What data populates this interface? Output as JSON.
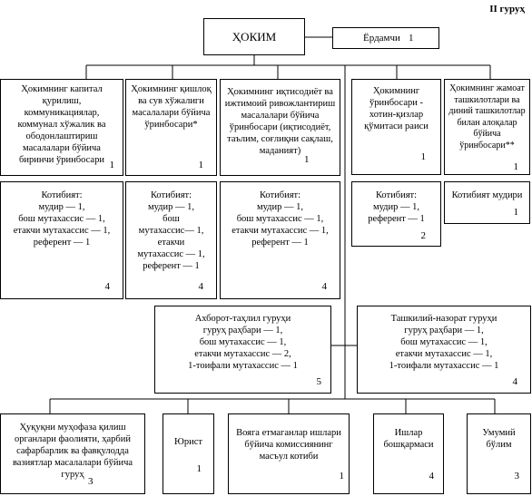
{
  "group_label": "II гуруҳ",
  "head": {
    "title": "ҲОКИМ"
  },
  "assistant": {
    "label": "Ёрдамчи",
    "count": "1"
  },
  "deputies": [
    {
      "text": "Ҳокимнинг капитал\nқурилиш,\nкоммуникациялар,\nкоммунал хўжалик ва\nободонлаштириш\nмасалалари бўйича\nбиринчи ўринбосари",
      "count": "1"
    },
    {
      "text": "Ҳокимнинг қишлоқ\nва сув хўжалиги\nмасалалари бўйича\nўринбосари*",
      "count": "1"
    },
    {
      "text": "Ҳокимнинг иқтисодиёт ва\nижтимоий ривожлантириш\nмасалалари бўйича\nўринбосари (иқтисодиёт,\nтаълим, соғлиқни сақлаш,\nмаданият)",
      "count": "1"
    },
    {
      "text": "Ҳокимнинг\nўринбосари -\nхотин-қизлар\nқўмитаси раиси",
      "count": "1"
    },
    {
      "text": "Ҳокимнинг жамоат\nташкилотлари ва\nдиний ташкилотлар\nбилан алоқалар\nбўйича\nўринбосари**",
      "count": "1"
    }
  ],
  "secretariats": [
    {
      "text": "Котибият:\nмудир — 1,\nбош мутахассис — 1,\nетакчи мутахассис — 1,\nреферент — 1",
      "count": "4"
    },
    {
      "text": "Котибият:\nмудир — 1,\nбош\nмутахассис— 1,\nетакчи\nмутахассис — 1,\nреферент — 1",
      "count": "4"
    },
    {
      "text": "Котибият:\nмудир — 1,\nбош мутахассис — 1,\nетакчи мутахассис — 1,\nреферент — 1",
      "count": "4"
    },
    {
      "text": "Котибият:\nмудир — 1,\nреферент — 1",
      "count": "2"
    },
    {
      "text": "Котибият мудири",
      "count": "1"
    }
  ],
  "groups": [
    {
      "text": "Ахборот-таҳлил гуруҳи\nгуруҳ раҳбари — 1,\nбош мутахассис — 1,\nетакчи мутахассис — 2,\n1-тоифали мутахассис — 1",
      "count": "5"
    },
    {
      "text": "Ташкилий-назорат гуруҳи\nгуруҳ раҳбари — 1,\nбош мутахассис — 1,\nетакчи мутахассис — 1,\n1-тоифали мутахассис — 1",
      "count": "4"
    }
  ],
  "bottom": [
    {
      "text": "Ҳуқуқни муҳофаза қилиш\nорганлари фаолияти, ҳарбий\nсафарбарлик ва фавқулодда\nвазиятлар масалалари бўйича\nгуруҳ",
      "count": "3"
    },
    {
      "text": "Юрист",
      "count": "1"
    },
    {
      "text": "Вояга етмаганлар ишлари\nбўйича комиссиянинг\nмасъул котиби",
      "count": "1"
    },
    {
      "text": "Ишлар\nбошқармаси",
      "count": "4"
    },
    {
      "text": "Умумий\nбўлим",
      "count": "3"
    }
  ]
}
